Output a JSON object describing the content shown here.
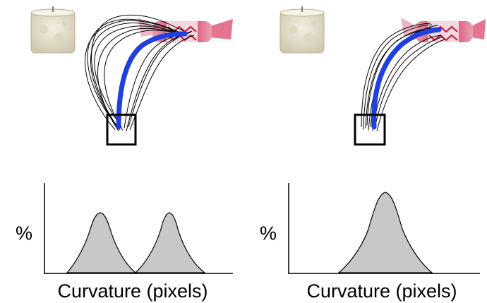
{
  "panels": [
    {
      "id": "left",
      "distribution": "bimodal",
      "y_label": "%",
      "x_label": "Curvature (pixels)"
    },
    {
      "id": "right",
      "distribution": "unimodal",
      "y_label": "%",
      "x_label": "Curvature (pixels)"
    }
  ],
  "objects": {
    "obstacle": "candle",
    "target": "wrapped-candy",
    "start_marker": "square"
  },
  "colors": {
    "mean_trajectory": "#1f3fe0",
    "individual_trajectories": "#000000",
    "distribution_fill": "#c8c8c8",
    "candle": "#e6e1cc",
    "candy": "#d8234a"
  }
}
